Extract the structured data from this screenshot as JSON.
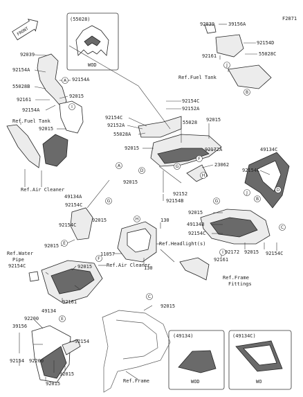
{
  "diagram": {
    "code": "F2871",
    "front": "FRONT",
    "references": {
      "fuel_tank_1": "Ref.Fuel Tank",
      "fuel_tank_2": "Ref.Fuel Tank",
      "air_cleaner_1": "Ref.Air Cleaner",
      "air_cleaner_2": "Ref.Air Cleaner",
      "headlight": "Ref.Headlight(s)",
      "water_pipe_1": "Ref.Water",
      "water_pipe_2": "Pipe",
      "frame_fittings_1": "Ref.Frame",
      "frame_fittings_2": "Fittings",
      "frame": "Ref.Frame"
    },
    "callouts": [
      "A",
      "B",
      "C",
      "D",
      "E",
      "F",
      "G",
      "H",
      "I",
      "J"
    ],
    "insets": [
      {
        "code": "(55028)",
        "variant": "WOD"
      },
      {
        "code": "(49134)",
        "variant": "WOD"
      },
      {
        "code": "(49134C)",
        "variant": "WO"
      }
    ],
    "parts": [
      "92039",
      "92154A",
      "92154A",
      "55028B",
      "92161",
      "92015",
      "92154A",
      "92015",
      "92039",
      "39156A",
      "92154D",
      "92161",
      "55028C",
      "92154C",
      "92154C",
      "92152A",
      "92152A",
      "55028A",
      "55028",
      "92015",
      "92015",
      "92172A",
      "92015",
      "92152",
      "92154B",
      "23062",
      "49134C",
      "92154C",
      "49134A",
      "92154C",
      "92154C",
      "92015",
      "92015",
      "49134B",
      "92154C",
      "92172",
      "92015",
      "92154C",
      "92161",
      "130",
      "11057",
      "130",
      "92015",
      "92154C",
      "92015",
      "92161",
      "92015",
      "49134",
      "92200",
      "39156",
      "92154",
      "92154",
      "92200",
      "92015",
      "92015"
    ]
  }
}
